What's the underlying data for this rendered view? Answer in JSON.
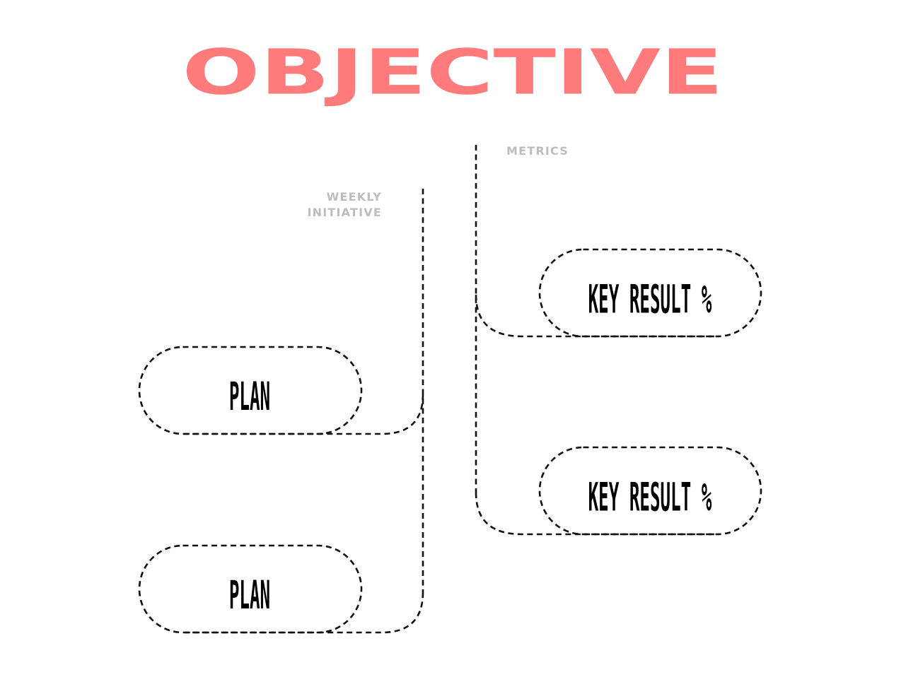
{
  "title": {
    "text": "OBJECTIVE",
    "color": "#ff7b7b"
  },
  "labels": {
    "metrics": "METRICS",
    "weekly_initiative": [
      "WEEKLY",
      "INITIATIVE"
    ],
    "label_color": "#bdbdbd"
  },
  "nodes": {
    "key_results": [
      {
        "label": "KEY RESULT %"
      },
      {
        "label": "KEY RESULT %"
      }
    ],
    "plans": [
      {
        "label": "PLAN"
      },
      {
        "label": "PLAN"
      }
    ]
  },
  "style": {
    "line_color": "#111111",
    "line_style": "dashed"
  }
}
